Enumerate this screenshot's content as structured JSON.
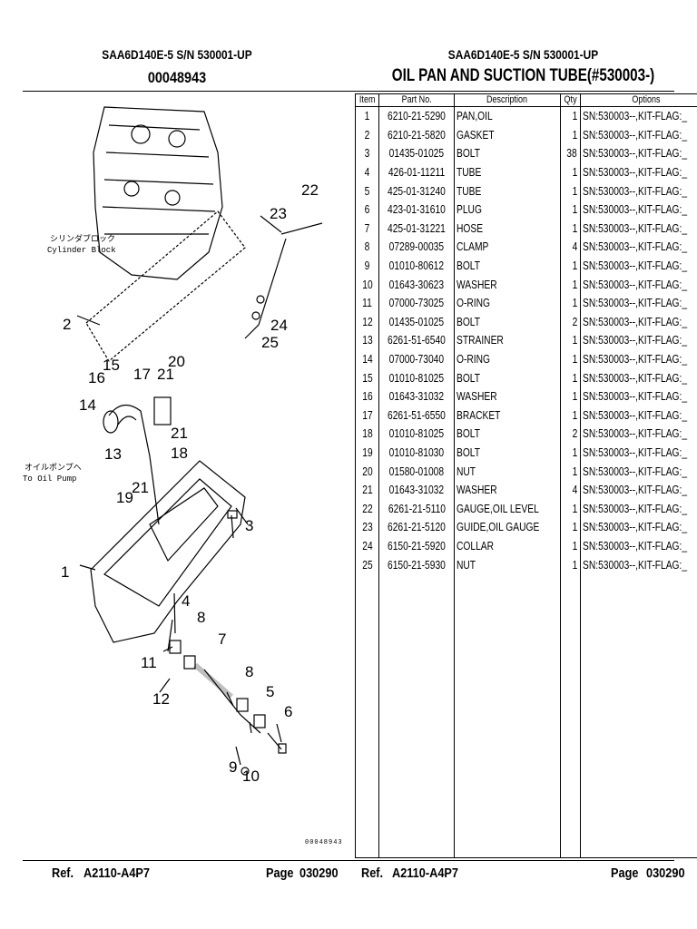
{
  "left_header": {
    "model": "SAA6D140E-5 S/N 530001-UP",
    "number": "00048943"
  },
  "right_header": {
    "model": "SAA6D140E-5 S/N 530001-UP",
    "title": "OIL PAN AND SUCTION TUBE(#530003-)"
  },
  "diagram": {
    "labels_jp_block": "シリンダブロック",
    "labels_en_block": "Cylinder Block",
    "labels_jp_pump": "オイルポンプへ",
    "labels_en_pump": "To Oil Pump",
    "callouts": [
      "22",
      "23",
      "2",
      "24",
      "25",
      "15",
      "16",
      "17",
      "21",
      "20",
      "14",
      "13",
      "21",
      "18",
      "19",
      "21",
      "3",
      "1",
      "4",
      "8",
      "11",
      "7",
      "12",
      "8",
      "5",
      "6",
      "9",
      "10"
    ],
    "watermark": "00048943"
  },
  "table": {
    "headers": [
      "Item",
      "Part No.",
      "Description",
      "Qty",
      "Options"
    ],
    "rows": [
      {
        "item": "1",
        "part": "6210-21-5290",
        "desc": "PAN,OIL",
        "qty": "1",
        "opt": "SN:530003--,KIT-FLAG:_"
      },
      {
        "item": "2",
        "part": "6210-21-5820",
        "desc": "GASKET",
        "qty": "1",
        "opt": "SN:530003--,KIT-FLAG:_"
      },
      {
        "item": "3",
        "part": "01435-01025",
        "desc": "BOLT",
        "qty": "38",
        "opt": "SN:530003--,KIT-FLAG:_"
      },
      {
        "item": "4",
        "part": "426-01-11211",
        "desc": "TUBE",
        "qty": "1",
        "opt": "SN:530003--,KIT-FLAG:_"
      },
      {
        "item": "5",
        "part": "425-01-31240",
        "desc": "TUBE",
        "qty": "1",
        "opt": "SN:530003--,KIT-FLAG:_"
      },
      {
        "item": "6",
        "part": "423-01-31610",
        "desc": "PLUG",
        "qty": "1",
        "opt": "SN:530003--,KIT-FLAG:_"
      },
      {
        "item": "7",
        "part": "425-01-31221",
        "desc": "HOSE",
        "qty": "1",
        "opt": "SN:530003--,KIT-FLAG:_"
      },
      {
        "item": "8",
        "part": "07289-00035",
        "desc": "CLAMP",
        "qty": "4",
        "opt": "SN:530003--,KIT-FLAG:_"
      },
      {
        "item": "9",
        "part": "01010-80612",
        "desc": "BOLT",
        "qty": "1",
        "opt": "SN:530003--,KIT-FLAG:_"
      },
      {
        "item": "10",
        "part": "01643-30623",
        "desc": "WASHER",
        "qty": "1",
        "opt": "SN:530003--,KIT-FLAG:_"
      },
      {
        "item": "11",
        "part": "07000-73025",
        "desc": "O-RING",
        "qty": "1",
        "opt": "SN:530003--,KIT-FLAG:_"
      },
      {
        "item": "12",
        "part": "01435-01025",
        "desc": "BOLT",
        "qty": "2",
        "opt": "SN:530003--,KIT-FLAG:_"
      },
      {
        "item": "13",
        "part": "6261-51-6540",
        "desc": "STRAINER",
        "qty": "1",
        "opt": "SN:530003--,KIT-FLAG:_"
      },
      {
        "item": "14",
        "part": "07000-73040",
        "desc": "O-RING",
        "qty": "1",
        "opt": "SN:530003--,KIT-FLAG:_"
      },
      {
        "item": "15",
        "part": "01010-81025",
        "desc": "BOLT",
        "qty": "1",
        "opt": "SN:530003--,KIT-FLAG:_"
      },
      {
        "item": "16",
        "part": "01643-31032",
        "desc": "WASHER",
        "qty": "1",
        "opt": "SN:530003--,KIT-FLAG:_"
      },
      {
        "item": "17",
        "part": "6261-51-6550",
        "desc": "BRACKET",
        "qty": "1",
        "opt": "SN:530003--,KIT-FLAG:_"
      },
      {
        "item": "18",
        "part": "01010-81025",
        "desc": "BOLT",
        "qty": "2",
        "opt": "SN:530003--,KIT-FLAG:_"
      },
      {
        "item": "19",
        "part": "01010-81030",
        "desc": "BOLT",
        "qty": "1",
        "opt": "SN:530003--,KIT-FLAG:_"
      },
      {
        "item": "20",
        "part": "01580-01008",
        "desc": "NUT",
        "qty": "1",
        "opt": "SN:530003--,KIT-FLAG:_"
      },
      {
        "item": "21",
        "part": "01643-31032",
        "desc": "WASHER",
        "qty": "4",
        "opt": "SN:530003--,KIT-FLAG:_"
      },
      {
        "item": "22",
        "part": "6261-21-5110",
        "desc": "GAUGE,OIL LEVEL",
        "qty": "1",
        "opt": "SN:530003--,KIT-FLAG:_"
      },
      {
        "item": "23",
        "part": "6261-21-5120",
        "desc": "GUIDE,OIL GAUGE",
        "qty": "1",
        "opt": "SN:530003--,KIT-FLAG:_"
      },
      {
        "item": "24",
        "part": "6150-21-5920",
        "desc": "COLLAR",
        "qty": "1",
        "opt": "SN:530003--,KIT-FLAG:_"
      },
      {
        "item": "25",
        "part": "6150-21-5930",
        "desc": "NUT",
        "qty": "1",
        "opt": "SN:530003--,KIT-FLAG:_"
      }
    ]
  },
  "footer_left": {
    "ref_label": "Ref.",
    "ref_value": "A2110-A4P7",
    "page_label": "Page",
    "page_value": "030290"
  },
  "footer_right": {
    "ref_label": "Ref.",
    "ref_value": "A2110-A4P7",
    "page_label": "Page",
    "page_value": "030290"
  }
}
